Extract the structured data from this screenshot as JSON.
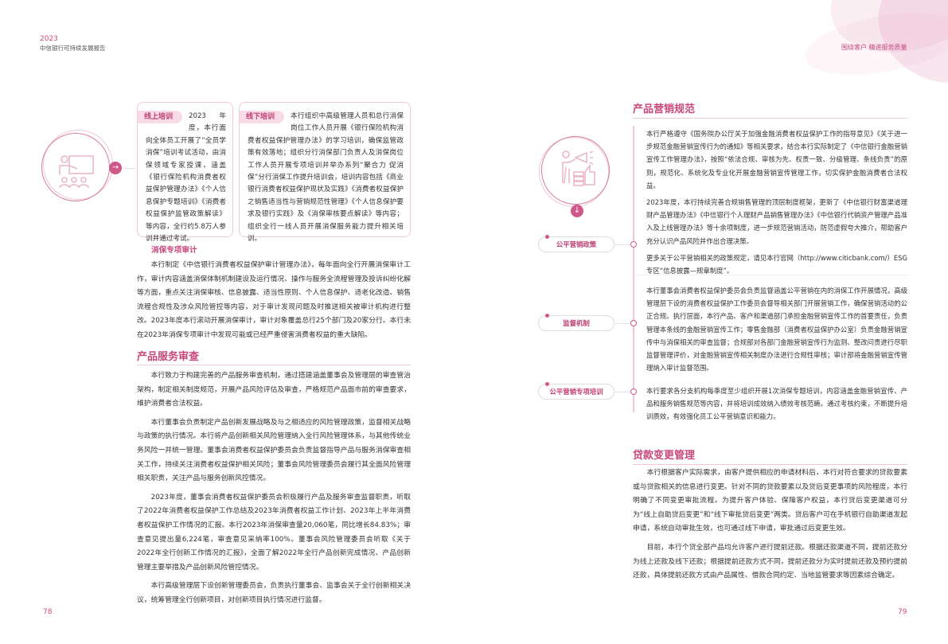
{
  "header": {
    "year": "2023",
    "report_title": "中信银行可持续发展报告",
    "section_title": "围绕客户 精进服务质量"
  },
  "left_page": {
    "page_number": "78",
    "icons": {
      "training": "teacher-presentation-icon",
      "arrow": "arrow-right-icon"
    },
    "cards": [
      {
        "tag": "线上培训",
        "text": "2023年度，本行面向全体员工开展了“全员学消保”培训考试活动，由消保领域专家授课，涵盖《银行保险机构消费者权益保护管理办法》《个人信息保护专题培训》《消费者权益保护监管政策解读》等内容，全行约5.8万人参训并通过考试。"
      },
      {
        "tag": "线下培训",
        "text": "本行组织中高级管理人员和总行消保岗位工作人员开展《银行保险机构消费者权益保护管理办法》的学习培训，确保监管政策有效落地；组织分行消保部门负责人及消保岗位工作人员开展专项培训并举办系列“聚合力 促消保”分行消保工作提升培训会，培训内容包括《商业银行消费者权益保护现状及实践》《消费者权益保护之销售适当性与营销规范性管理》《个人信息保护要求及银行实践》及《消保审核要点解读》等内容；组织全行一线人员开展消保服务能力提升相关培训。"
      }
    ],
    "audit": {
      "title": "消保专项审计",
      "paragraphs": [
        "本行制定《中信银行消费者权益保护审计管理办法》，每年面向全行开展消保审计工作，审计内容涵盖消保体制机制建设及运行情况、操作与服务全流程管理及投诉纠纷化解等方面，重点关注消保审核、信息披露、适当性原则、个人信息保护、适老化改造、销售流程合规性及涉众风险管控等内容，对于审计发现问题及时推送相关被审计机构进行整改。2023年度本行滚动开展消保审计，审计对象覆盖总行25个部门及20家分行。本行未在2023年消保专项审计中发现可能或已经严重侵害消费者权益的重大缺陷。"
      ]
    },
    "review": {
      "title": "产品服务审查",
      "paragraphs": [
        "本行致力于构建完善的产品服务审查机制，通过搭建涵盖董事会及管理层的审查管治架构，制定相关制度规范，开展产品风险评估及审查，严格规范产品面市前的审查要求，维护消费者合法权益。",
        "本行董事会负责制定产品创新发展战略及与之相适应的风险管理政策，监督相关战略与政策的执行情况。本行将产品创新相关风险管理纳入全行风险管理体系，与其他传统业务风险一并统一管理。董事会消费者权益保护委员会负责监督指导产品与服务消保审查相关工作，持续关注消费者权益保护相关风险；董事会风险管理委员会履行其全面风险管理相关职责，关注产品与服务创新风控情况。",
        "2023年度，董事会消费者权益保护委员会积极履行产品及服务审查监督职责，听取了2022年消费者权益保护工作总结及2023年消费者权益工作计划、2023年上半年消费者权益保护工作情况的汇报。本行2023年消保审查量20,060笔，同比增长84.83%；审查意见提出量6,224笔，审查意见采纳率100%。董事会风险管理委员会听取《关于2022年全行创新工作情况的汇报》，全面了解2022年全行产品创新完成情况、产品创新管理主要举措及产品创新风险管控情况。",
        "本行高级管理层下设创新管理委员会，负责执行董事会、监事会关于全行创新相关决议，统筹管理全行创新项目，对创新项目执行情况进行监督。"
      ]
    }
  },
  "right_page": {
    "page_number": "79",
    "icons": {
      "marketing": "megaphone-person-icon",
      "arrow": "arrow-down-icon"
    },
    "marketing": {
      "title": "产品营销规范",
      "items": [
        {
          "label": "公平营销政策",
          "paragraphs": [
            "本行严格遵守《国务院办公厅关于加强金融消费者权益保护工作的指导意见》《关于进一步规范金融营销宣传行为的通知》等相关要求，结合本行实际制定了《中信银行金融营销宣传工作管理办法》，按照“依法合规、审核为先、权责一致、分级管理、条线负责”的原则，规范化、系统化及专业化开展金融营销宣传管理工作，切实保护金融消费者合法权益。",
            "2023年度，本行持续完善合规销售管理的顶层制度框架，更新了《中信银行财富渠道理财产品管理办法》《中信银行个人理财产品销售管理办法》《中信银行代销资产管理产品准入及上线管理办法》等十余项制度，进一步规范营销活动，防范虚假夸大推介，帮助客户充分认识产品风险并作出合理决策。",
            "更多关于公平营销相关的政策规定，请见本行官网（http://www.citicbank.com/）ESG专区“信息披露—规章制度”。"
          ]
        },
        {
          "label": "监督机制",
          "paragraphs": [
            "本行董事会消费者权益保护委员会负责监督涵盖公平营销在内的消保工作开展情况，高级管理层下设的消费者权益保护工作委员会督导相关部门开展营销工作，确保营销活动的公正合规。执行层面，本行产品、客户和渠道部门承担金融营销宣传工作的首要责任，负责管理本条线的金融营销宣传工作；零售金融部（消费者权益保护办公室）负责金融营销宣传中与消保相关的审查监督；合规部对各部门金融营销宣传行为监测、整改问责进行尽职监督管理评价，对金融营销宣传相关制度办法进行合规性审核；审计部将金融营销宣传管理纳入审计监督范围。"
          ]
        },
        {
          "label": "公平营销专项培训",
          "paragraphs": [
            "本行要求各分支机构每季度至少组织开展1次消保专题培训，内容涵盖金融营销宣传、产品和服务销售规范等内容，并将培训成效纳入绩效考核范畴。通过考核约束，不断提升培训质效，有效强化员工公平营销意识和能力。"
          ]
        }
      ]
    },
    "loan": {
      "title": "贷款变更管理",
      "paragraphs": [
        "本行根据客户实际需求，由客户提供相应的申请材料后，本行对符合要求的贷款要素或与贷款相关的信息进行变更。针对不同的贷款要素以及贷后变更事项的风险程度，本行明确了不同变更审批流程。为提升客户体验、保障客户权益，本行贷后变更渠道可分为“线上自助贷后变更”和“线下审批贷后变更”两类。贷后客户可在手机银行自助渠道发起申请，系统自动审批生效，也可通过线下申请，审批通过后变更生效。",
        "目前，本行个贷全部产品均允许客户进行提前还款。根据还款渠道不同，提前还款分为线上还款及线下还款；根据提前还款方式不同，提前还款分为实时提前还款及预约提前还款，具体提前还款方式由产品属性、借款合同约定、当地监管要求等因素综合确定。"
      ]
    }
  },
  "colors": {
    "accent": "#c8487c",
    "light": "#f8dbe6"
  }
}
